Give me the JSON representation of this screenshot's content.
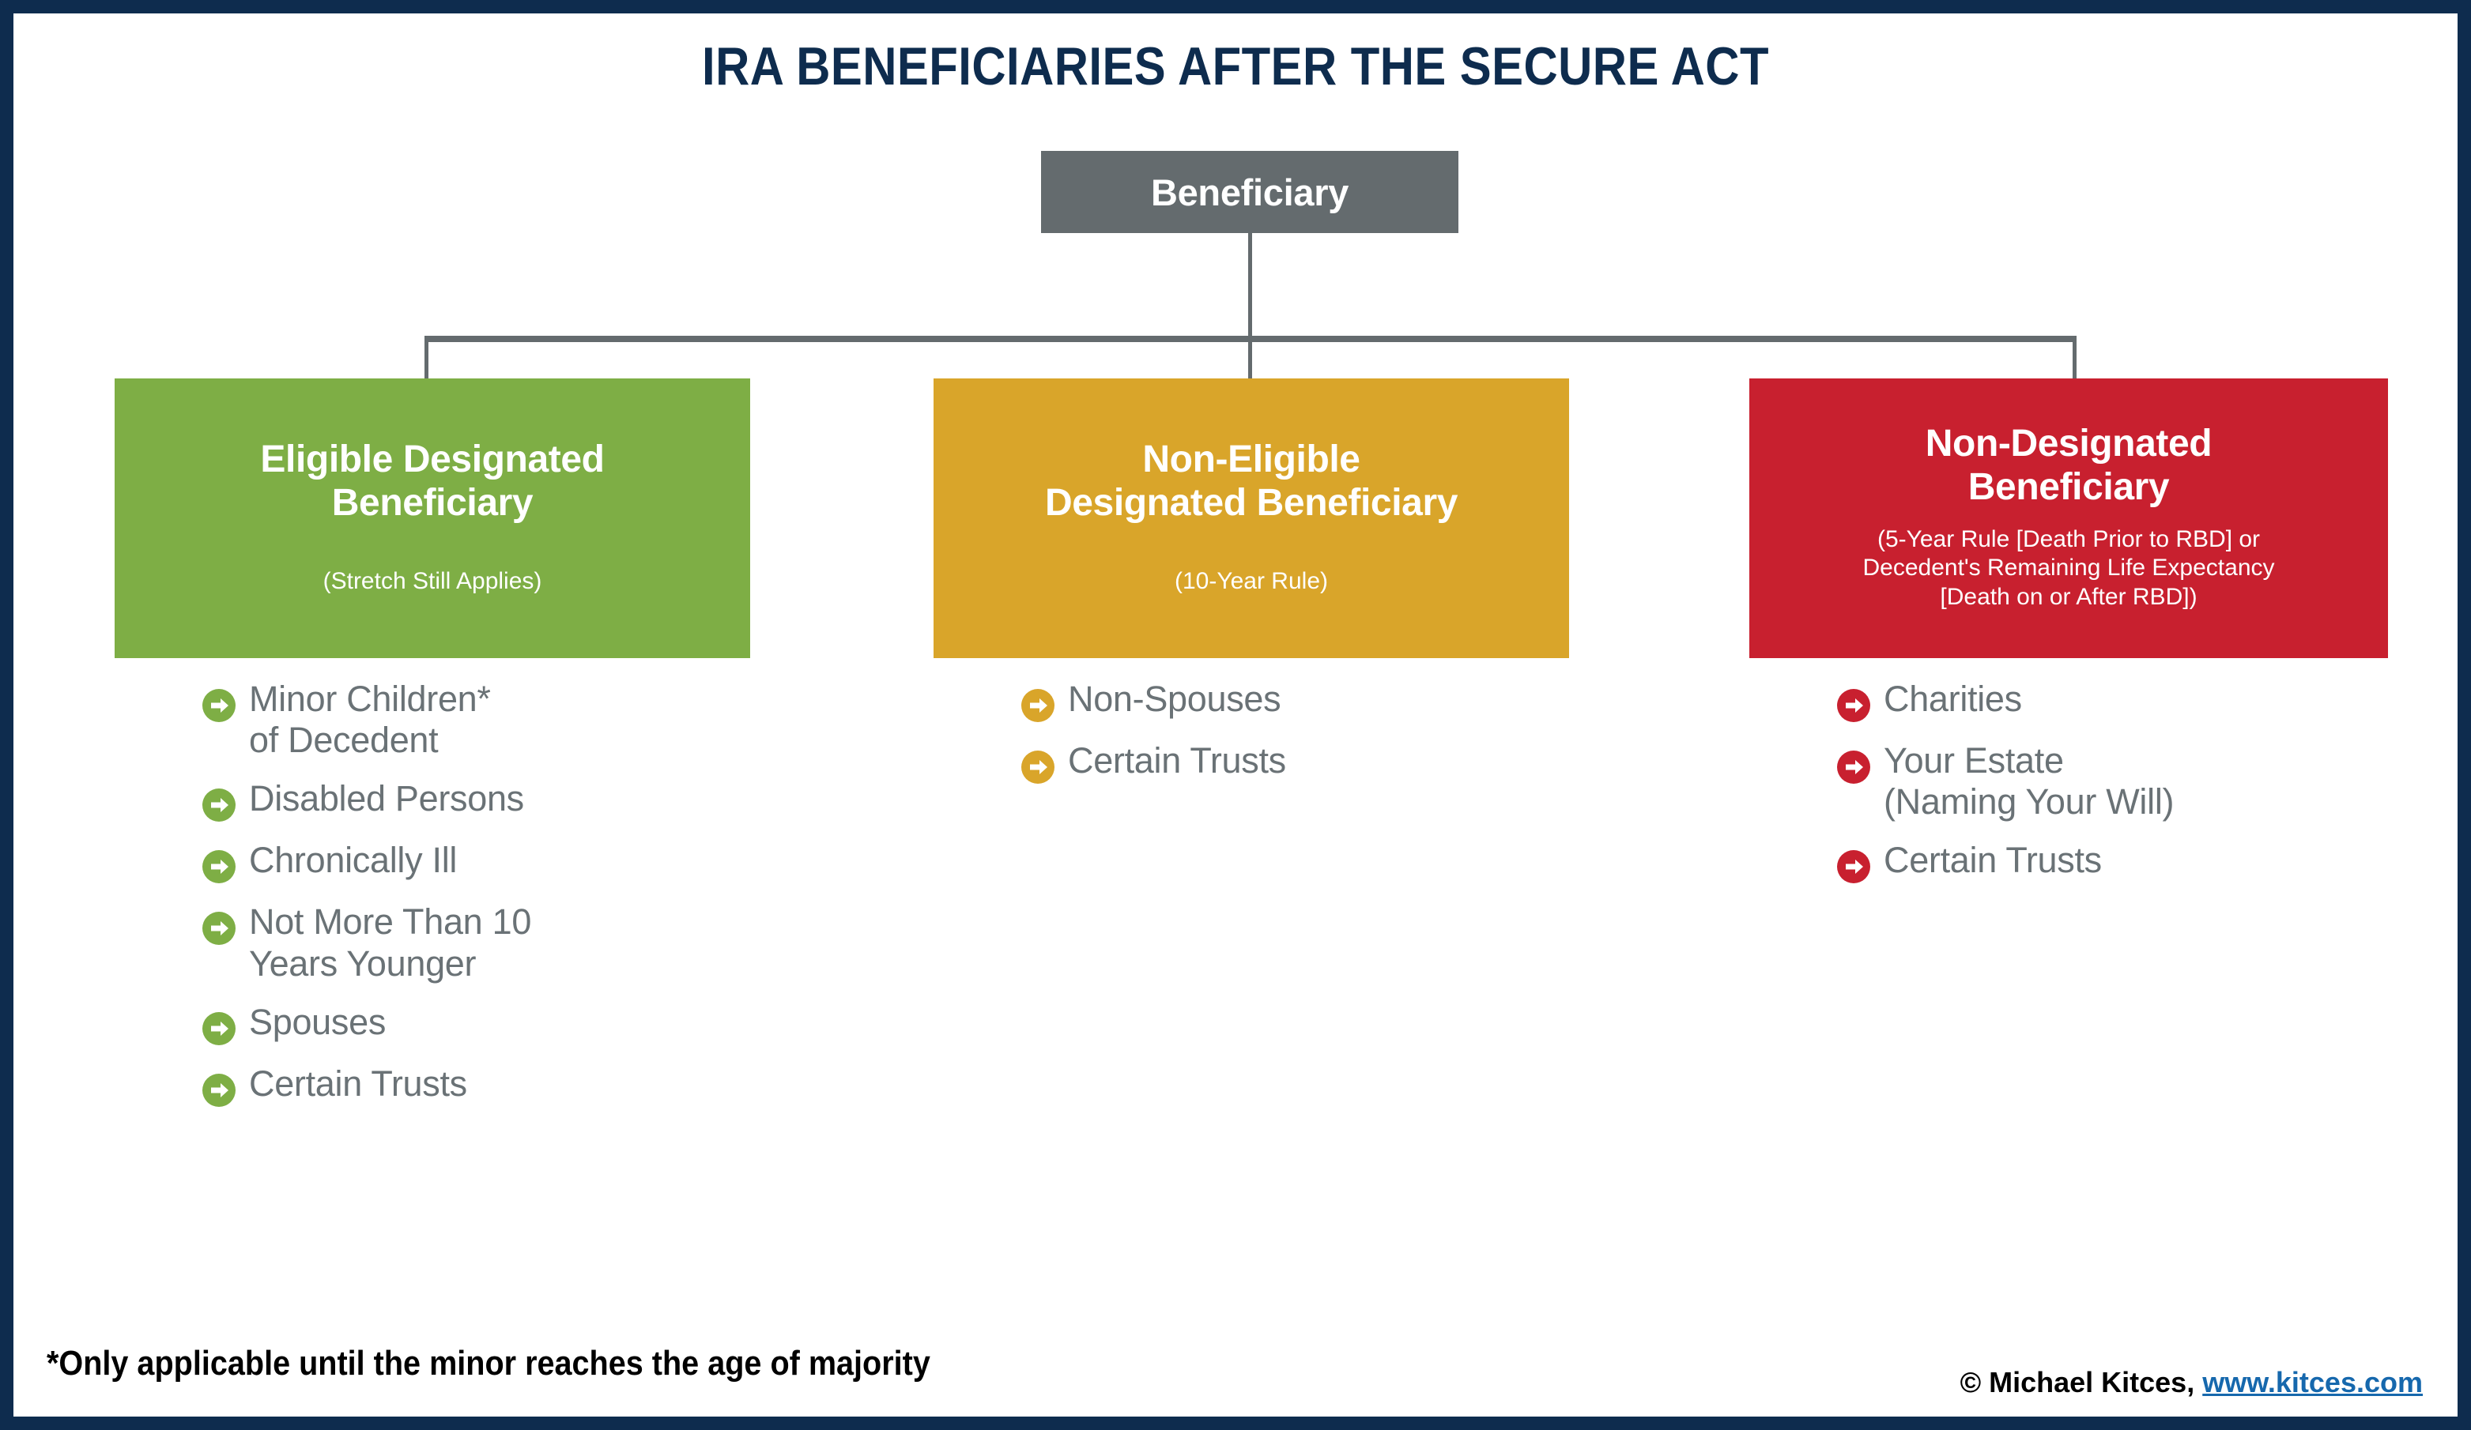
{
  "title": "IRA BENEFICIARIES AFTER THE SECURE ACT",
  "colors": {
    "frame": "#0e2c4e",
    "title": "#0e2c4e",
    "root": "#646b6e",
    "connector": "#646b6e",
    "green": "#7eae45",
    "gold": "#d9a52a",
    "red": "#c8202f",
    "body_text": "#6a7276",
    "link": "#1668ad"
  },
  "root": {
    "label": "Beneficiary"
  },
  "columns": [
    {
      "key": "eligible-designated-beneficiary",
      "title": "Eligible Designated\nBeneficiary",
      "subtitle": "(Stretch Still Applies)",
      "accent": "#7eae45",
      "bullet_icon": "arrow-right-circle-icon",
      "items": [
        "Minor Children*\nof Decedent",
        "Disabled Persons",
        "Chronically Ill",
        "Not More Than 10\nYears Younger",
        "Spouses",
        "Certain Trusts"
      ]
    },
    {
      "key": "non-eligible-designated-beneficiary",
      "title": "Non-Eligible\nDesignated Beneficiary",
      "subtitle": "(10-Year Rule)",
      "accent": "#d9a52a",
      "bullet_icon": "arrow-right-circle-icon",
      "items": [
        "Non-Spouses",
        "Certain Trusts"
      ]
    },
    {
      "key": "non-designated-beneficiary",
      "title": "Non-Designated\nBeneficiary",
      "subtitle": "(5-Year Rule [Death Prior to RBD] or\nDecedent's Remaining Life Expectancy\n[Death on or After RBD])",
      "accent": "#c8202f",
      "bullet_icon": "arrow-right-circle-icon",
      "items": [
        "Charities",
        "Your Estate\n(Naming Your Will)",
        "Certain Trusts"
      ]
    }
  ],
  "footnote": "*Only applicable until the minor reaches the age of majority",
  "credit": {
    "copyright": "© Michael Kitces,",
    "link": "www.kitces.com"
  }
}
